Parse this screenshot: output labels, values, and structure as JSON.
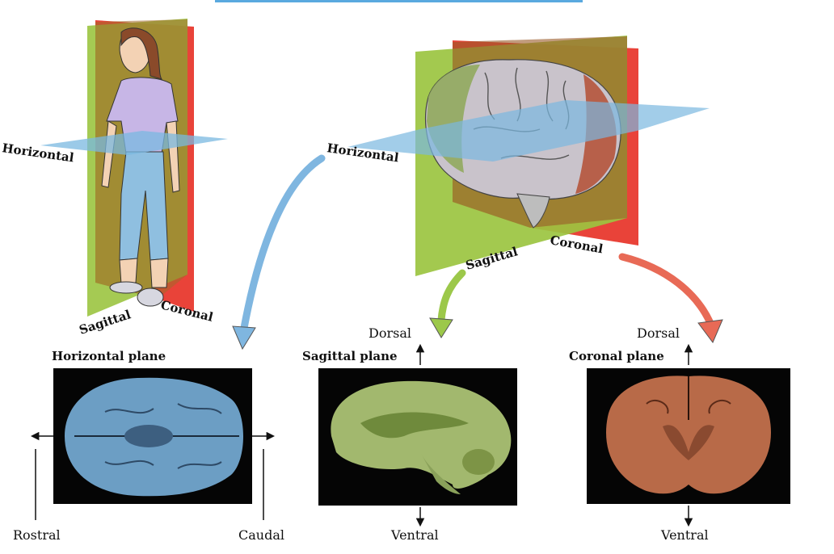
{
  "top_bar_color": "#5aa9df",
  "colors": {
    "horizontal": "#7ab8e0",
    "sagittal": "#9bc440",
    "coronal": "#e8392e",
    "horizontal_arrow": "#7fb6e0",
    "sagittal_arrow": "#9cc84a",
    "coronal_arrow": "#e86a56"
  },
  "body_planes": {
    "horizontal": "Horizontal",
    "sagittal": "Sagittal",
    "coronal": "Coronal"
  },
  "brain_planes": {
    "horizontal": "Horizontal",
    "sagittal": "Sagittal",
    "coronal": "Coronal"
  },
  "panels": {
    "horizontal": {
      "title": "Horizontal plane",
      "left_label": "Rostral",
      "right_label": "Caudal"
    },
    "sagittal": {
      "title": "Sagittal plane",
      "top_label": "Dorsal",
      "bottom_label": "Ventral"
    },
    "coronal": {
      "title": "Coronal plane",
      "top_label": "Dorsal",
      "bottom_label": "Ventral"
    }
  }
}
